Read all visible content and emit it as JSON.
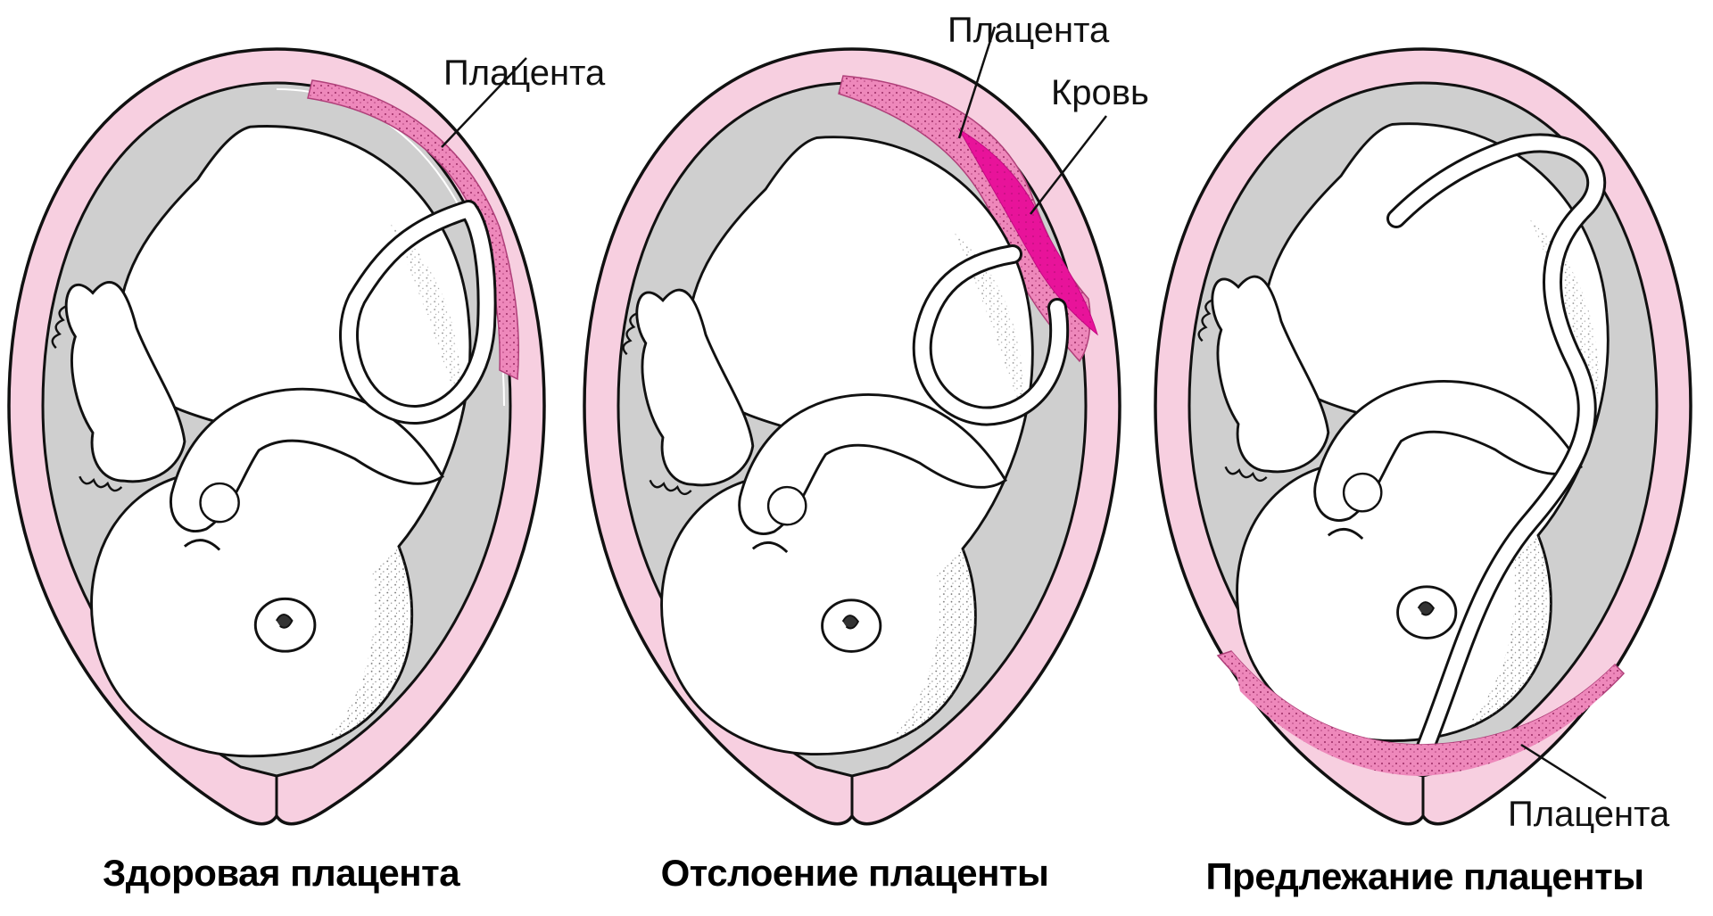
{
  "colors": {
    "uterus_wall": "#f7cfe0",
    "outline": "#111111",
    "amniotic_fluid": "#cfcfcf",
    "fetus": "#ffffff",
    "placenta": "#ee88bb",
    "blood": "#e8139a",
    "stipple": "#555555"
  },
  "panels": [
    {
      "id": "healthy",
      "caption": "Здоровая плацента",
      "callouts": [
        {
          "label": "Плацента"
        }
      ]
    },
    {
      "id": "abruption",
      "caption": "Отслоение плаценты",
      "callouts": [
        {
          "label": "Плацента"
        },
        {
          "label": "Кровь"
        }
      ]
    },
    {
      "id": "previa",
      "caption": "Предлежание плаценты",
      "callouts": [
        {
          "label": "Плацента"
        }
      ]
    }
  ]
}
